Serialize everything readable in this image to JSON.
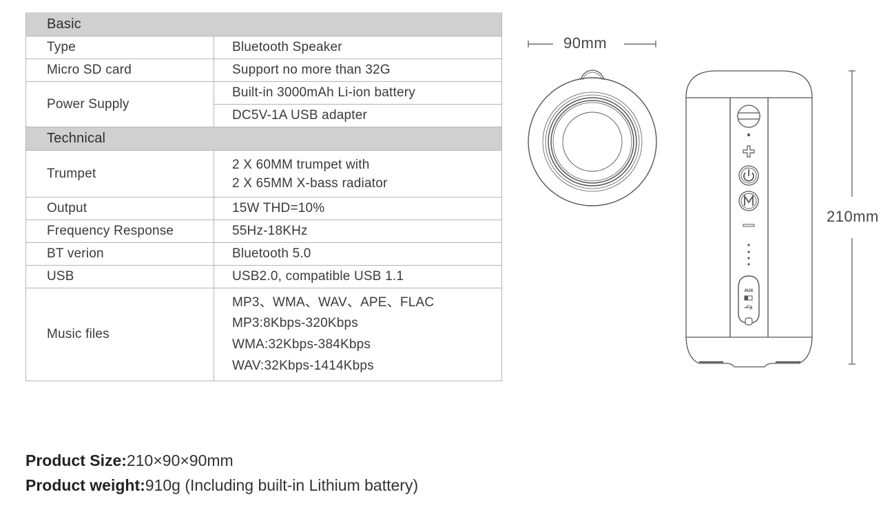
{
  "sections": [
    {
      "title": "Basic",
      "rows": [
        {
          "label": "Type",
          "values": [
            "Bluetooth Speaker"
          ]
        },
        {
          "label": "Micro SD card",
          "values": [
            "Support no more than 32G"
          ]
        },
        {
          "label": "Power Supply",
          "values": [
            "Built-in 3000mAh Li-ion battery",
            "DC5V-1A USB adapter"
          ]
        }
      ]
    },
    {
      "title": "Technical",
      "rows": [
        {
          "label": "Trumpet",
          "values": [
            "2 X 60MM trumpet with",
            "2 X 65MM X-bass radiator"
          ]
        },
        {
          "label": "Output",
          "values": [
            "15W THD=10%"
          ]
        },
        {
          "label": "Frequency Response",
          "values": [
            "55Hz-18KHz"
          ]
        },
        {
          "label": "BT verion",
          "values": [
            "Bluetooth 5.0"
          ]
        },
        {
          "label": "USB",
          "values": [
            "USB2.0, compatible USB 1.1"
          ]
        },
        {
          "label": "Music files",
          "values": [
            "MP3、WMA、WAV、APE、FLAC",
            "MP3:8Kbps-320Kbps",
            "WMA:32Kbps-384Kbps",
            "WAV:32Kbps-1414Kbps"
          ]
        }
      ]
    }
  ],
  "diagram": {
    "width_label": "90mm",
    "height_label": "210mm",
    "port_label": "AUX",
    "control_icons": [
      "strap-button-icon",
      "led-dot-icon",
      "volume-up-icon",
      "power-icon",
      "mode-icon",
      "volume-down-icon",
      "battery-led-dots-icon",
      "port-cover-icon"
    ],
    "line_color": "#555555"
  },
  "product": {
    "size_key": "Product Size:",
    "size_value": "210×90×90mm",
    "weight_key": "Product weight:",
    "weight_value": "910g (Including built-in Lithium battery)"
  }
}
